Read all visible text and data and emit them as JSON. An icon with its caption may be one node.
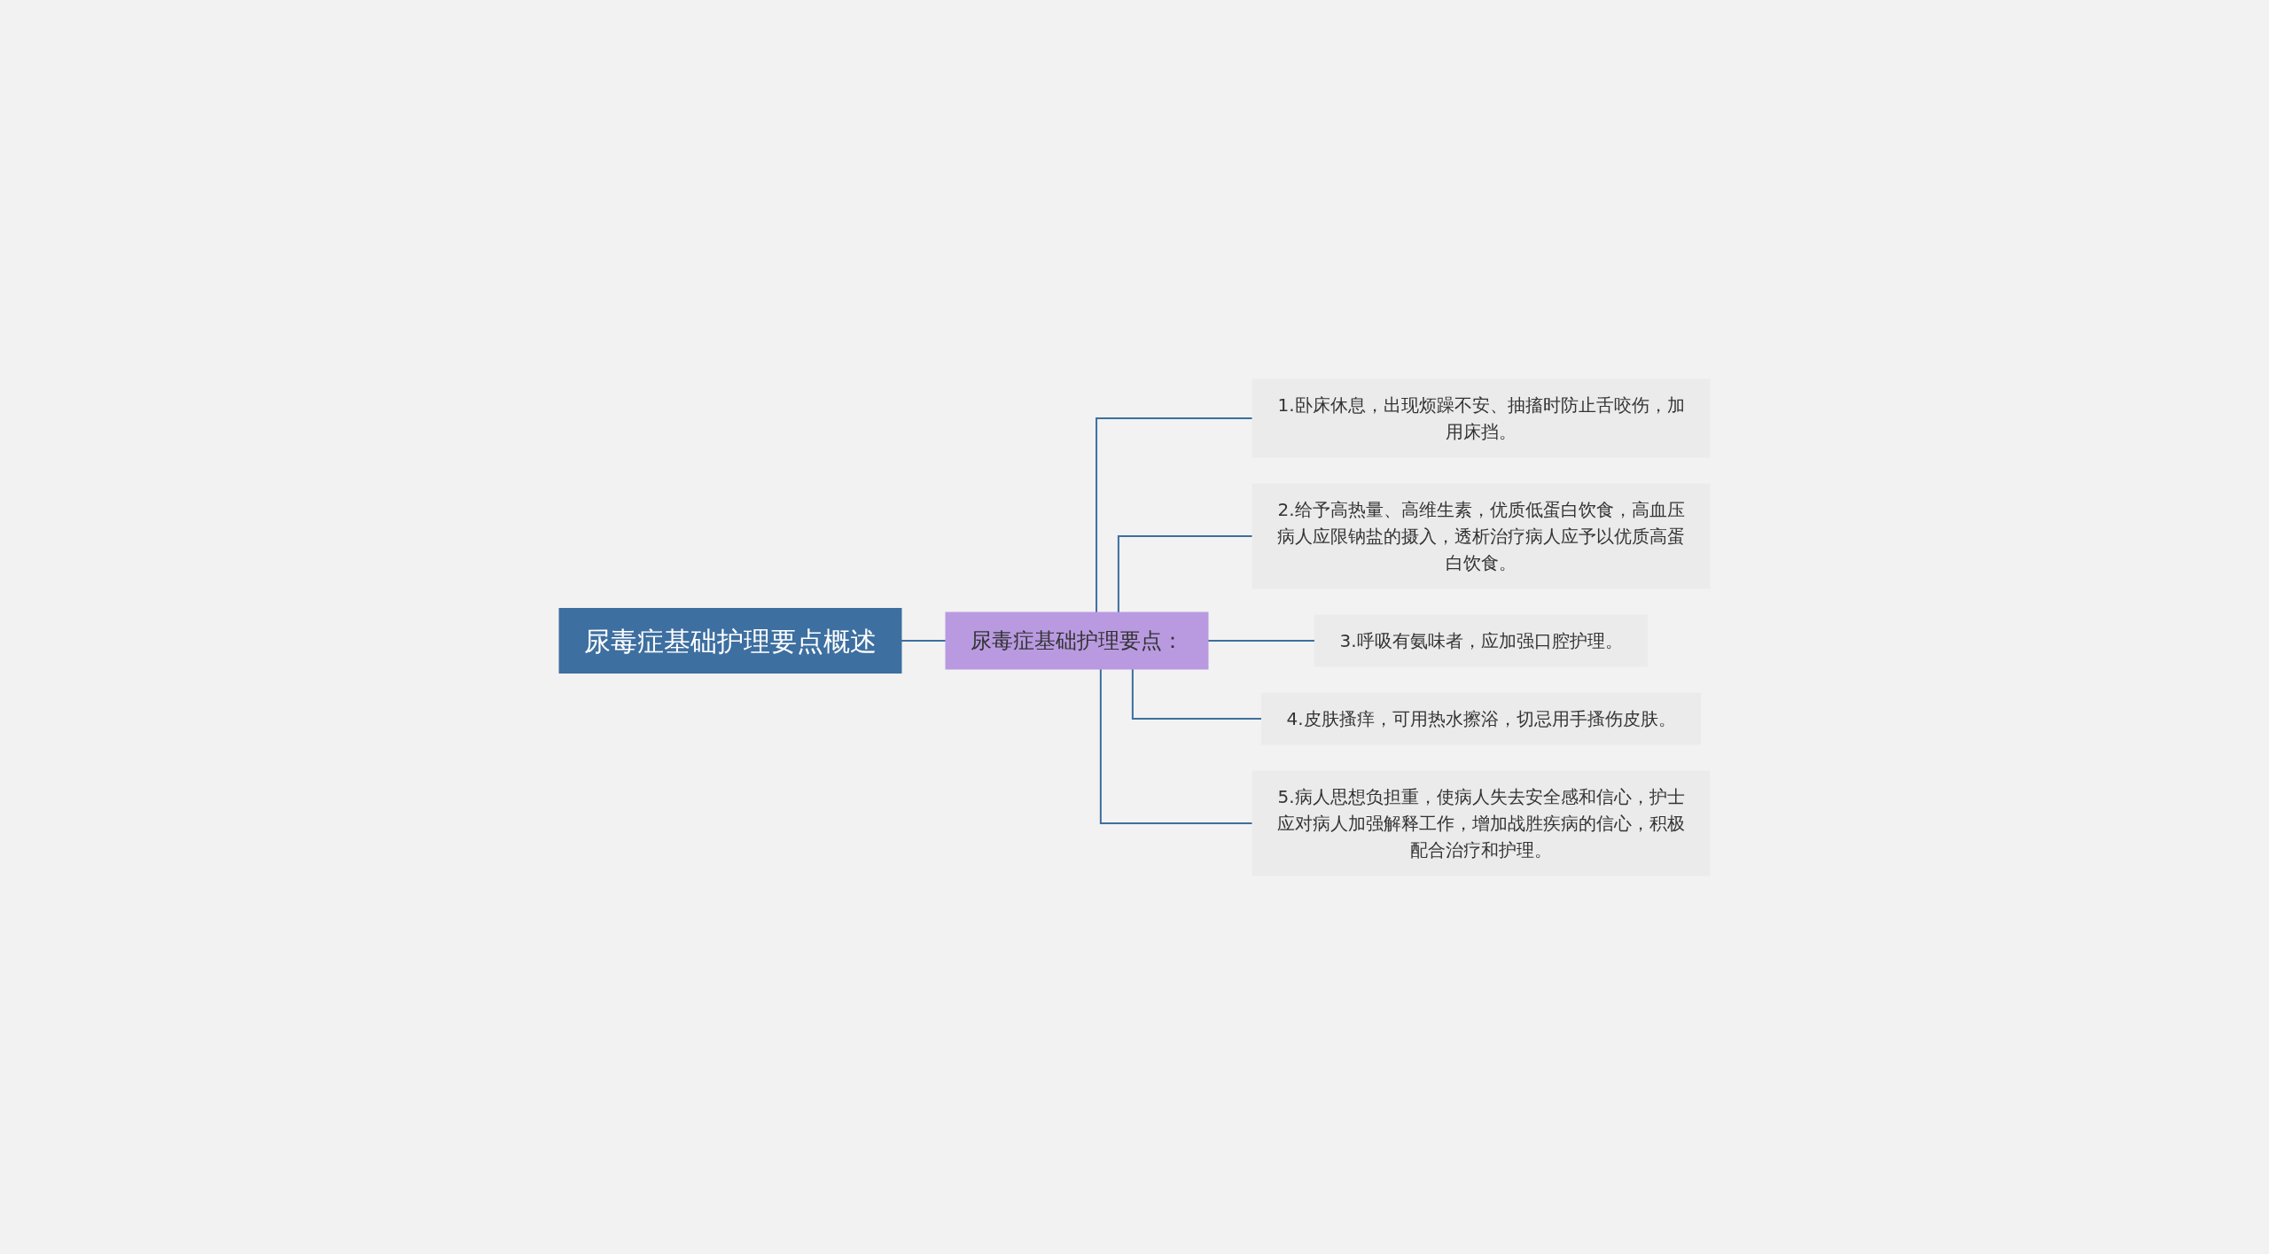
{
  "diagram": {
    "nodes": [
      {
        "text": [
          "尿毒症基础护理要点概述"
        ]
      },
      {
        "text": [
          "尿毒症基础护理要点："
        ]
      },
      {
        "text": [
          "1.卧床休息，出现烦躁不安、抽搐时防止舌咬伤，加用床挡。"
        ]
      },
      {
        "text": [
          "2.给予高热量、高维生素，优质低蛋白饮食，高血压病人应限钠盐的摄入，透析治疗病人应予以优质高蛋白饮食。"
        ]
      },
      {
        "text": [
          "3.呼吸有氨味者，应加强口腔护理。"
        ]
      },
      {
        "text": [
          "4.皮肤搔痒，可用热水擦浴，切忌用手搔伤皮肤。"
        ]
      },
      {
        "text": [
          "5.病人思想负担重，使病人失去安全感和信心，护士应对病人加强解释工作，增加战胜疾病的信心，积极配合治疗和护理。"
        ]
      }
    ],
    "edges": [
      {
        "from": 0,
        "to": 1,
        "arrow": "none"
      },
      {
        "from": 1,
        "to": 2,
        "arrow": "none"
      },
      {
        "from": 1,
        "to": 3,
        "arrow": "none"
      },
      {
        "from": 1,
        "to": 4,
        "arrow": "none"
      },
      {
        "from": 1,
        "to": 5,
        "arrow": "none"
      },
      {
        "from": 1,
        "to": 6,
        "arrow": "none"
      }
    ]
  }
}
